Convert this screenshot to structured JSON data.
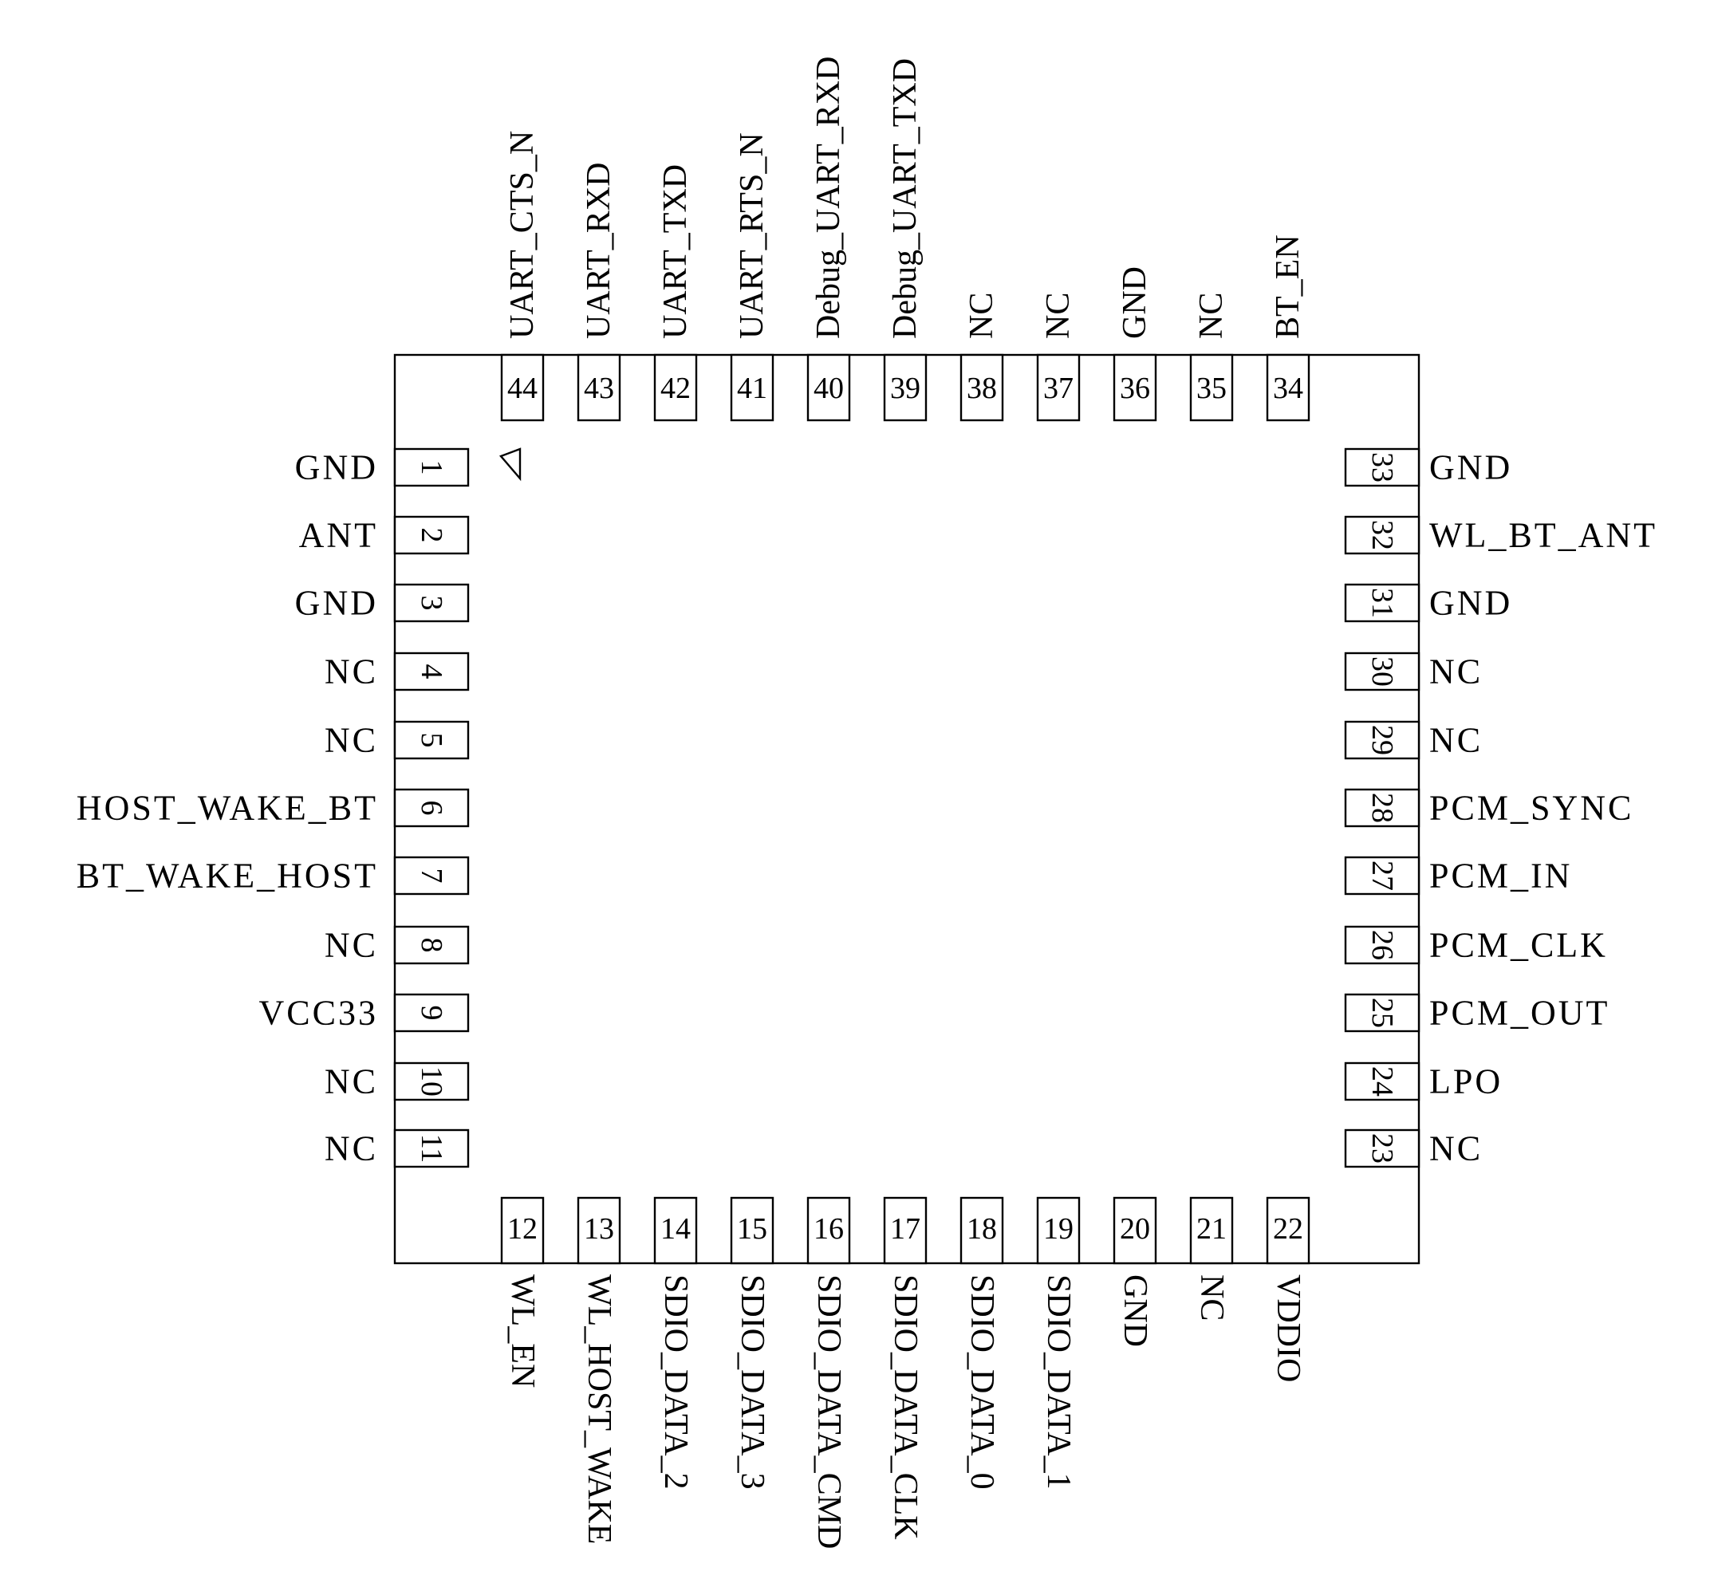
{
  "pins": [
    {
      "number": "1",
      "name": "GND"
    },
    {
      "number": "2",
      "name": "ANT"
    },
    {
      "number": "3",
      "name": "GND"
    },
    {
      "number": "4",
      "name": "NC"
    },
    {
      "number": "5",
      "name": "NC"
    },
    {
      "number": "6",
      "name": "HOST_WAKE_BT"
    },
    {
      "number": "7",
      "name": "BT_WAKE_HOST"
    },
    {
      "number": "8",
      "name": "NC"
    },
    {
      "number": "9",
      "name": "VCC33"
    },
    {
      "number": "10",
      "name": "NC"
    },
    {
      "number": "11",
      "name": "NC"
    },
    {
      "number": "12",
      "name": "WL_EN"
    },
    {
      "number": "13",
      "name": "WL_HOST_WAKE"
    },
    {
      "number": "14",
      "name": "SDIO_DATA_2"
    },
    {
      "number": "15",
      "name": "SDIO_DATA_3"
    },
    {
      "number": "16",
      "name": "SDIO_DATA_CMD"
    },
    {
      "number": "17",
      "name": "SDIO_DATA_CLK"
    },
    {
      "number": "18",
      "name": "SDIO_DATA_0"
    },
    {
      "number": "19",
      "name": "SDIO_DATA_1"
    },
    {
      "number": "20",
      "name": "GND"
    },
    {
      "number": "21",
      "name": "NC"
    },
    {
      "number": "22",
      "name": "VDDIO"
    },
    {
      "number": "23",
      "name": "NC"
    },
    {
      "number": "24",
      "name": "LPO"
    },
    {
      "number": "25",
      "name": "PCM_OUT"
    },
    {
      "number": "26",
      "name": "PCM_CLK"
    },
    {
      "number": "27",
      "name": "PCM_IN"
    },
    {
      "number": "28",
      "name": "PCM_SYNC"
    },
    {
      "number": "29",
      "name": "NC"
    },
    {
      "number": "30",
      "name": "NC"
    },
    {
      "number": "31",
      "name": "GND"
    },
    {
      "number": "32",
      "name": "WL_BT_ANT"
    },
    {
      "number": "33",
      "name": "GND"
    },
    {
      "number": "34",
      "name": "BT_EN"
    },
    {
      "number": "35",
      "name": "NC"
    },
    {
      "number": "36",
      "name": "GND"
    },
    {
      "number": "37",
      "name": "NC"
    },
    {
      "number": "38",
      "name": "NC"
    },
    {
      "number": "39",
      "name": "Debug_UART_TXD"
    },
    {
      "number": "40",
      "name": "Debug_UART_RXD"
    },
    {
      "number": "41",
      "name": "UART_RTS_N"
    },
    {
      "number": "42",
      "name": "UART_TXD"
    },
    {
      "number": "43",
      "name": "UART_RXD"
    },
    {
      "number": "44",
      "name": "UART_CTS_N"
    }
  ]
}
